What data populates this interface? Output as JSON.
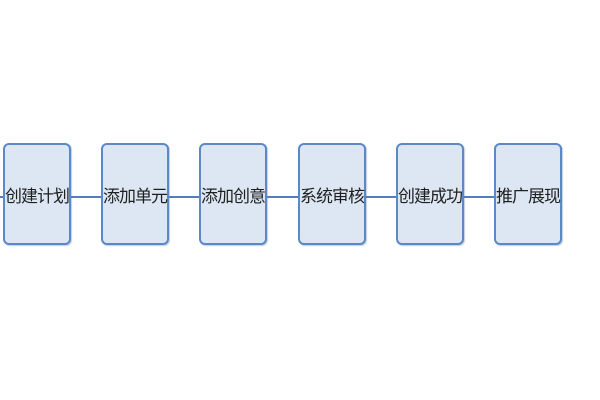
{
  "flowchart": {
    "steps": [
      {
        "label": "创建计划"
      },
      {
        "label": "添加单元"
      },
      {
        "label": "添加创意"
      },
      {
        "label": "系统审核"
      },
      {
        "label": "创建成功"
      },
      {
        "label": "推广展现"
      }
    ],
    "colors": {
      "box_fill": "#dde7f3",
      "box_border": "#5b88c6",
      "connector": "#4f7fc0",
      "text": "#1f1f1f"
    }
  }
}
